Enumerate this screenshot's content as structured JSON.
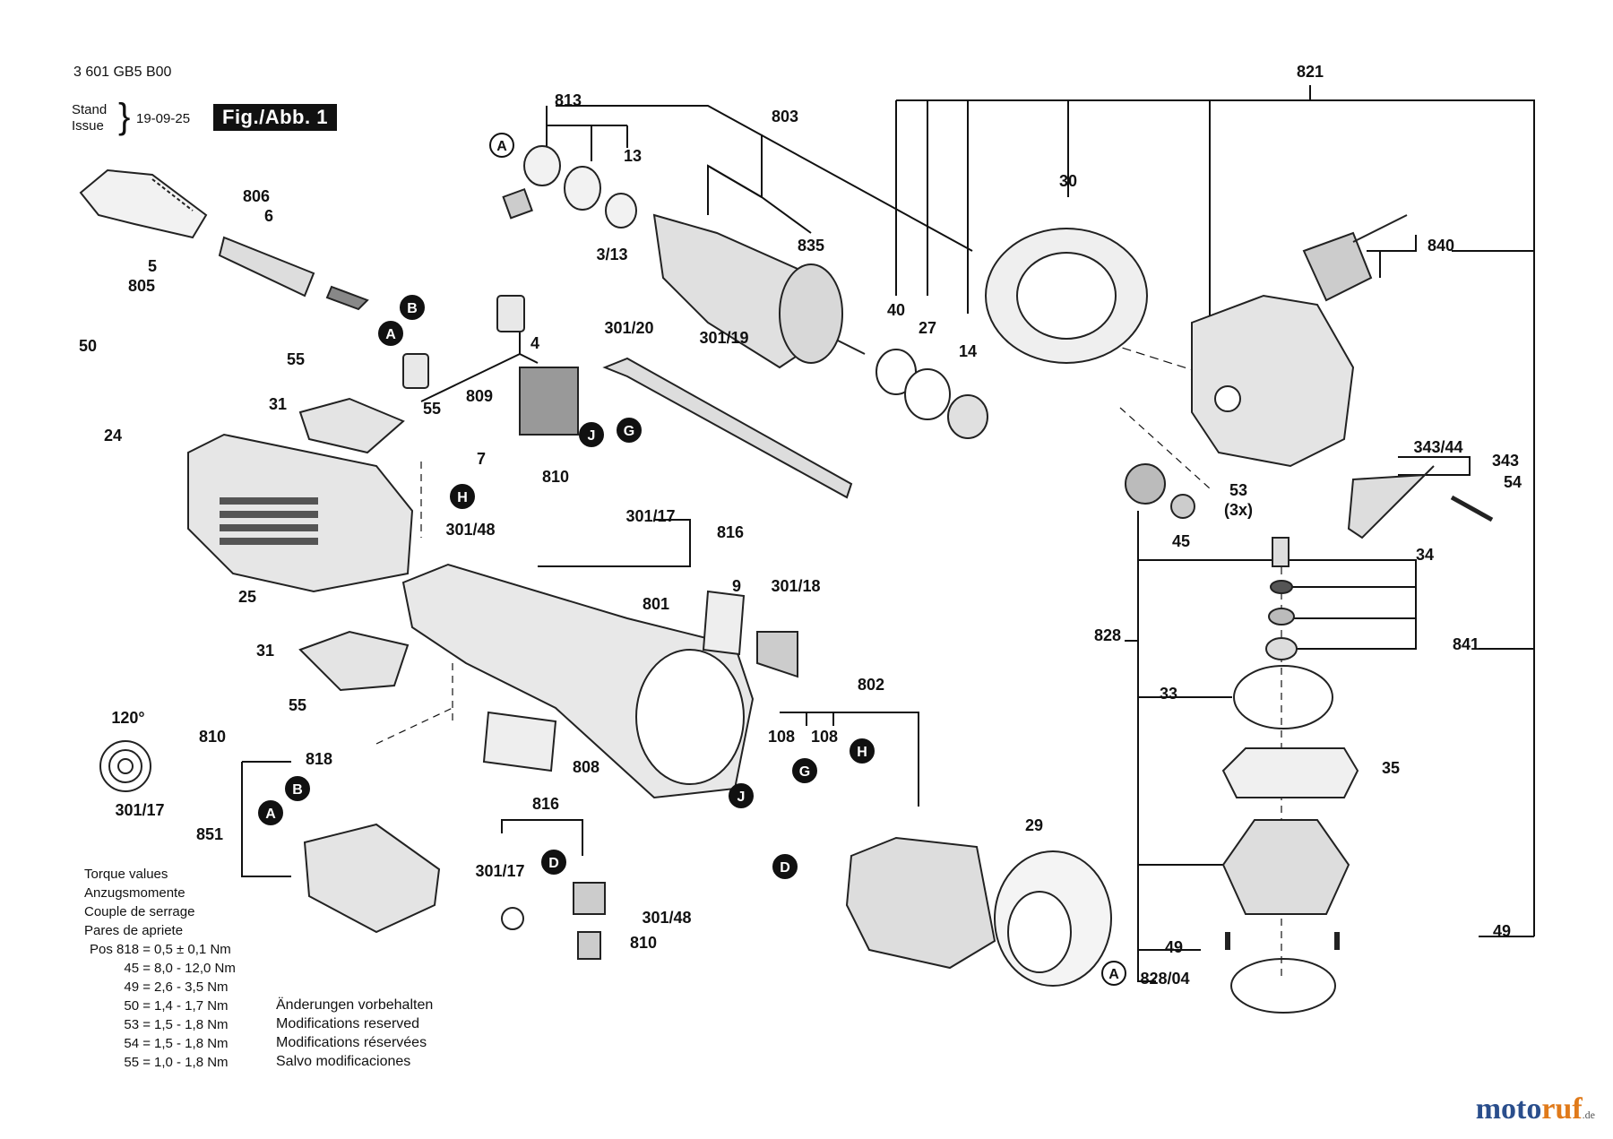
{
  "header": {
    "doc_number": "3 601 GB5 B00",
    "stand_label": "Stand",
    "issue_label": "Issue",
    "brace": "}",
    "date": "19-09-25",
    "figure_label": "Fig./Abb. 1"
  },
  "part_labels": [
    "813",
    "803",
    "821",
    "806",
    "6",
    "13",
    "30",
    "3/13",
    "835",
    "840",
    "5",
    "805",
    "40",
    "27",
    "14",
    "301/20",
    "301/19",
    "50",
    "55",
    "4",
    "809",
    "31",
    "24",
    "55",
    "7",
    "810",
    "343/44",
    "343",
    "53",
    "(3x)",
    "54",
    "301/17",
    "816",
    "301/48",
    "45",
    "34",
    "9",
    "301/18",
    "801",
    "25",
    "828",
    "841",
    "31",
    "802",
    "33",
    "55",
    "108",
    "108",
    "35",
    "120°",
    "810",
    "818",
    "808",
    "301/17",
    "816",
    "29",
    "851",
    "301/17",
    "301/48",
    "810",
    "49",
    "49",
    "828/04"
  ],
  "callouts": [
    "A",
    "B",
    "A",
    "J",
    "G",
    "H",
    "B",
    "A",
    "G",
    "H",
    "J",
    "D",
    "D",
    "A"
  ],
  "torque": {
    "titles": [
      "Torque values",
      "Anzugsmomente",
      "Couple de serrage",
      "Pares de apriete"
    ],
    "rows": [
      {
        "pos": "Pos 818 =",
        "value": "0,5 ± 0,1 Nm"
      },
      {
        "pos": "45 =",
        "value": "8,0 - 12,0 Nm"
      },
      {
        "pos": "49 =",
        "value": "2,6 - 3,5 Nm"
      },
      {
        "pos": "50 =",
        "value": "1,4 - 1,7 Nm"
      },
      {
        "pos": "53 =",
        "value": "1,5 - 1,8 Nm"
      },
      {
        "pos": "54 =",
        "value": "1,5 - 1,8 Nm"
      },
      {
        "pos": "55 =",
        "value": "1,0 - 1,8 Nm"
      }
    ]
  },
  "notes": [
    "Änderungen vorbehalten",
    "Modifications reserved",
    "Modifications réservées",
    "Salvo modificaciones"
  ],
  "brand": {
    "part1": "moto",
    "part2": "ruf",
    "suffix": ".de"
  }
}
